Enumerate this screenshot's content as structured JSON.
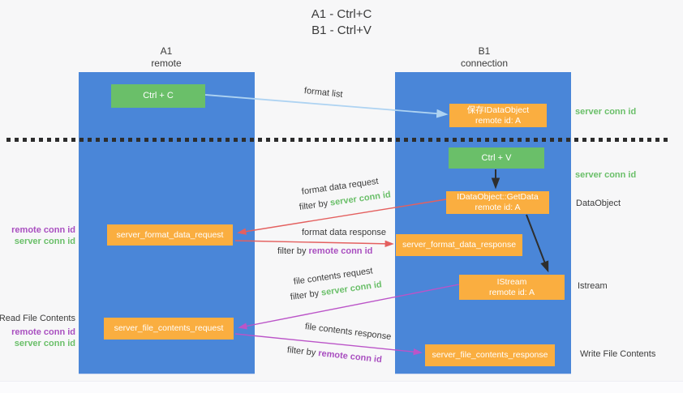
{
  "title": {
    "line1": "A1 - Ctrl+C",
    "line2": "B1 - Ctrl+V"
  },
  "lanes": {
    "left": {
      "name": "A1",
      "role": "remote"
    },
    "right": {
      "name": "B1",
      "role": "connection"
    }
  },
  "nodes": {
    "ctrl_c": {
      "label": "Ctrl + C"
    },
    "save_idataobject": {
      "line1": "保存IDataObject",
      "line2": "remote id: A"
    },
    "ctrl_v": {
      "label": "Ctrl + V"
    },
    "getdata": {
      "line1": "IDataObject::GetData",
      "line2": "remote id: A"
    },
    "format_request": {
      "label": "server_format_data_request"
    },
    "format_response": {
      "label": "server_format_data_response"
    },
    "istream": {
      "line1": "IStream",
      "line2": "remote id: A"
    },
    "file_request": {
      "label": "server_file_contents_request"
    },
    "file_response": {
      "label": "server_file_contents_response"
    }
  },
  "edge_labels": {
    "format_list": "format list",
    "format_data_request": "format data request",
    "format_data_request_filter": {
      "prefix": "filter by ",
      "value": "server conn id"
    },
    "format_data_response": "format data response",
    "format_data_response_filter": {
      "prefix": "filter by ",
      "value": "remote conn id"
    },
    "file_contents_request": "file contents request",
    "file_contents_request_filter": {
      "prefix": "filter by ",
      "value": "server conn id"
    },
    "file_contents_response": "file contents response",
    "file_contents_response_filter": {
      "prefix": "filter by ",
      "value": "remote conn id"
    }
  },
  "annotations": {
    "right_server_conn_top": "server conn id",
    "right_server_conn_mid": "server conn id",
    "right_dataobject": "DataObject",
    "right_istream": "Istream",
    "right_write_file": "Write File Contents",
    "left_remote_conn_fmt": "remote conn id",
    "left_server_conn_fmt": "server conn id",
    "left_read_file": "Read File Contents",
    "left_remote_conn_file": "remote conn id",
    "left_server_conn_file": "server conn id"
  },
  "colors": {
    "lane_blue": "#4a86d8",
    "box_green": "#6abf69",
    "box_orange": "#faae40",
    "arrow_lightblue": "#aed3f2",
    "arrow_black": "#2e2e2e",
    "arrow_red": "#e4605f",
    "arrow_purple": "#bb54c8",
    "text_green": "#6abf69",
    "text_purple": "#a94fc0",
    "text_dark": "#3b3b3b",
    "background": "#f7f7f8"
  }
}
